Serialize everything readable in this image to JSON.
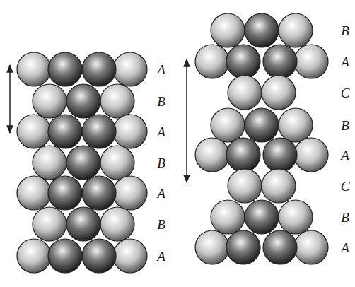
{
  "diagram": {
    "labels": [
      "A",
      "B",
      "A",
      "B",
      "A",
      "B",
      "A",
      "B",
      "A",
      "C",
      "B",
      "A",
      "C",
      "B",
      "A"
    ]
  }
}
